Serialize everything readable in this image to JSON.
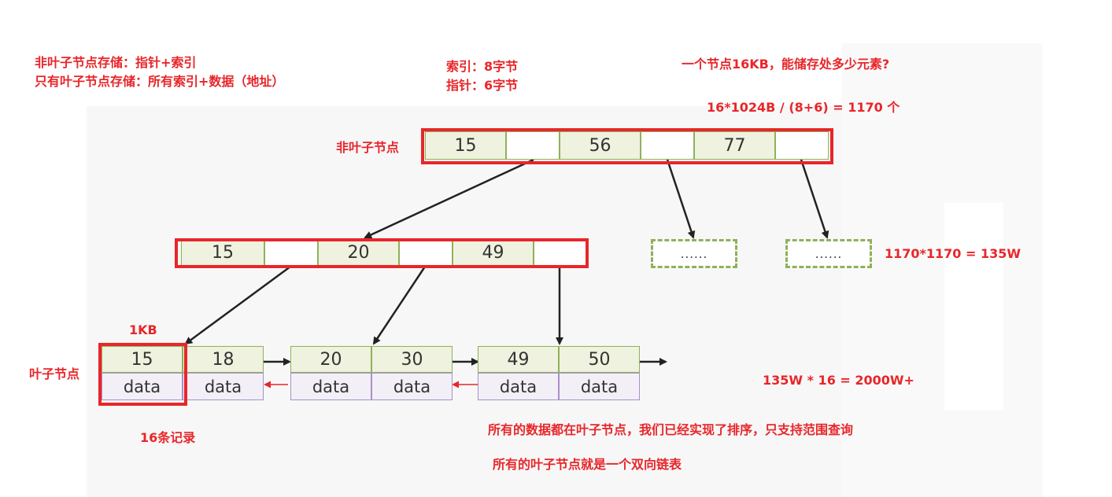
{
  "notes": {
    "non_leaf_storage": "非叶子节点存储：指针+索引",
    "leaf_storage": "只有叶子节点存储：所有索引+数据（地址）",
    "index_size": "索引：8字节",
    "pointer_size": "指针：6字节",
    "node_question": "一个节点16KB，能储存处多少元素?",
    "node_calc": "16*1024B / (8+6) = 1170 个",
    "level2_calc": "1170*1170 = 135W",
    "total_calc": "135W * 16 = 2000W+",
    "leaf_size": "1KB",
    "leaf_records": "16条记录",
    "summary_sorted": "所有的数据都在叶子节点，我们已经实现了排序，只支持范围查询",
    "summary_linked": "所有的叶子节点就是一个双向链表"
  },
  "labels": {
    "non_leaf_node": "非叶子节点",
    "leaf_node": "叶子节点"
  },
  "tree": {
    "root_keys": [
      "15",
      "56",
      "77"
    ],
    "middle_keys": [
      "15",
      "20",
      "49"
    ],
    "placeholder": "......",
    "leaves": [
      {
        "keys": [
          "15",
          "18"
        ],
        "data": [
          "data",
          "data"
        ]
      },
      {
        "keys": [
          "20",
          "30"
        ],
        "data": [
          "data",
          "data"
        ]
      },
      {
        "keys": [
          "49",
          "50"
        ],
        "data": [
          "data",
          "data"
        ]
      }
    ]
  },
  "colors": {
    "annotation": "#e8262a",
    "key_border": "#8fb15a",
    "key_fill": "#eef2df",
    "data_border": "#a98fc9",
    "data_fill": "#f3eff7",
    "arrow": "#222222"
  }
}
